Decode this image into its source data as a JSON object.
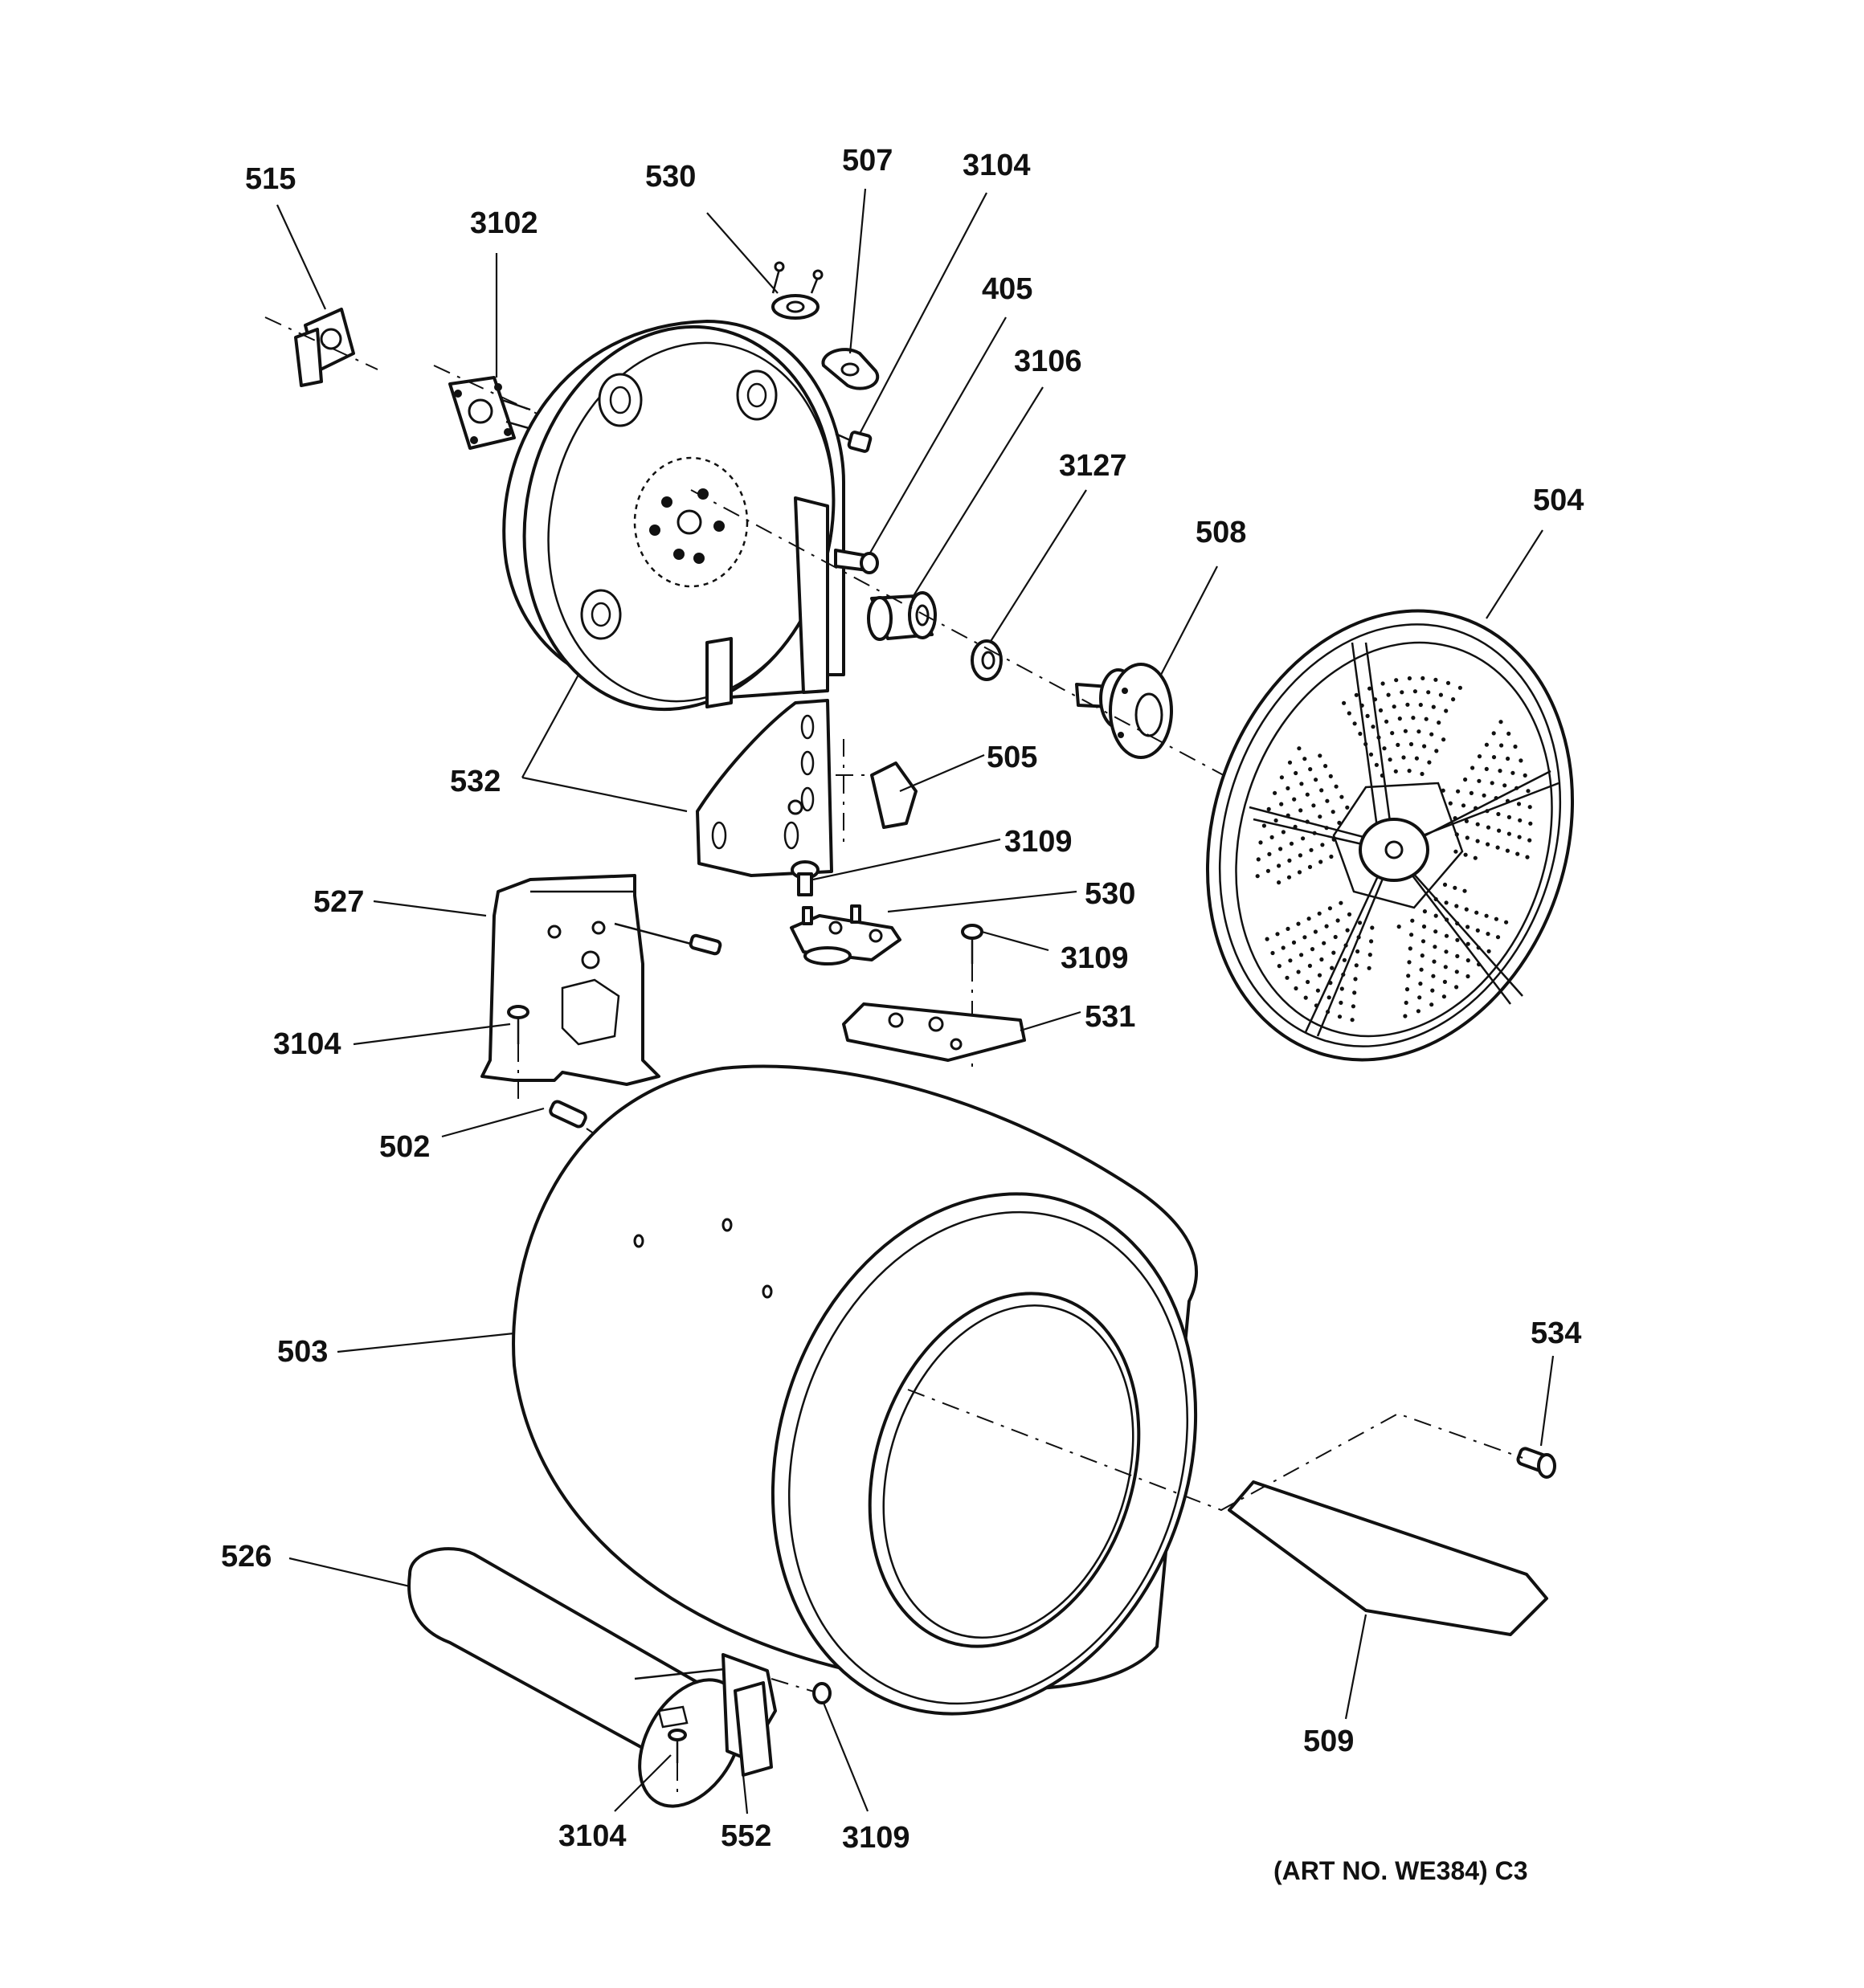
{
  "diagram": {
    "art_number": "(ART NO. WE384) C3",
    "callouts": {
      "c515": "515",
      "c3102": "3102",
      "c530_top": "530",
      "c507": "507",
      "c3104_top": "3104",
      "c405": "405",
      "c3106": "3106",
      "c3127": "3127",
      "c508": "508",
      "c504": "504",
      "c532": "532",
      "c505": "505",
      "c3109_mid": "3109",
      "c527": "527",
      "c530_mid": "530",
      "c3109_right": "3109",
      "c531": "531",
      "c3104_left": "3104",
      "c502": "502",
      "c503": "503",
      "c534": "534",
      "c526": "526",
      "c509": "509",
      "c3104_bottom": "3104",
      "c552": "552",
      "c3109_bottom": "3109"
    }
  }
}
